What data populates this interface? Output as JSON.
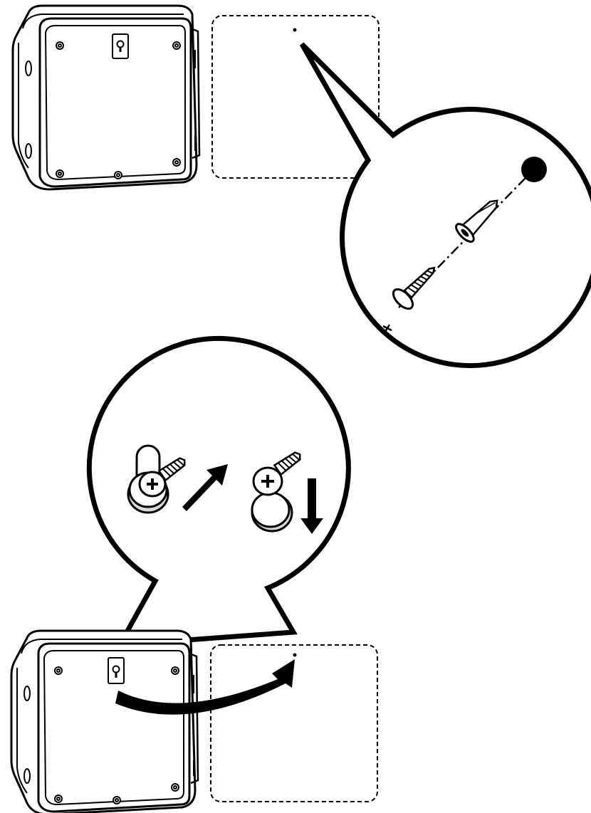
{
  "diagram": {
    "steps": [
      {
        "id": "drill-and-anchor",
        "parts": [
          "controller-housing",
          "wall-template",
          "drill-hole",
          "wall-anchor",
          "mounting-screw"
        ]
      },
      {
        "id": "hang-controller",
        "parts": [
          "controller-housing",
          "keyhole-slot",
          "mounting-screw",
          "up-arrow",
          "down-arrow",
          "hang-arrow"
        ]
      }
    ]
  },
  "colors": {
    "ink": "#000000",
    "paper": "#ffffff",
    "shade": "#d9d9d9"
  }
}
